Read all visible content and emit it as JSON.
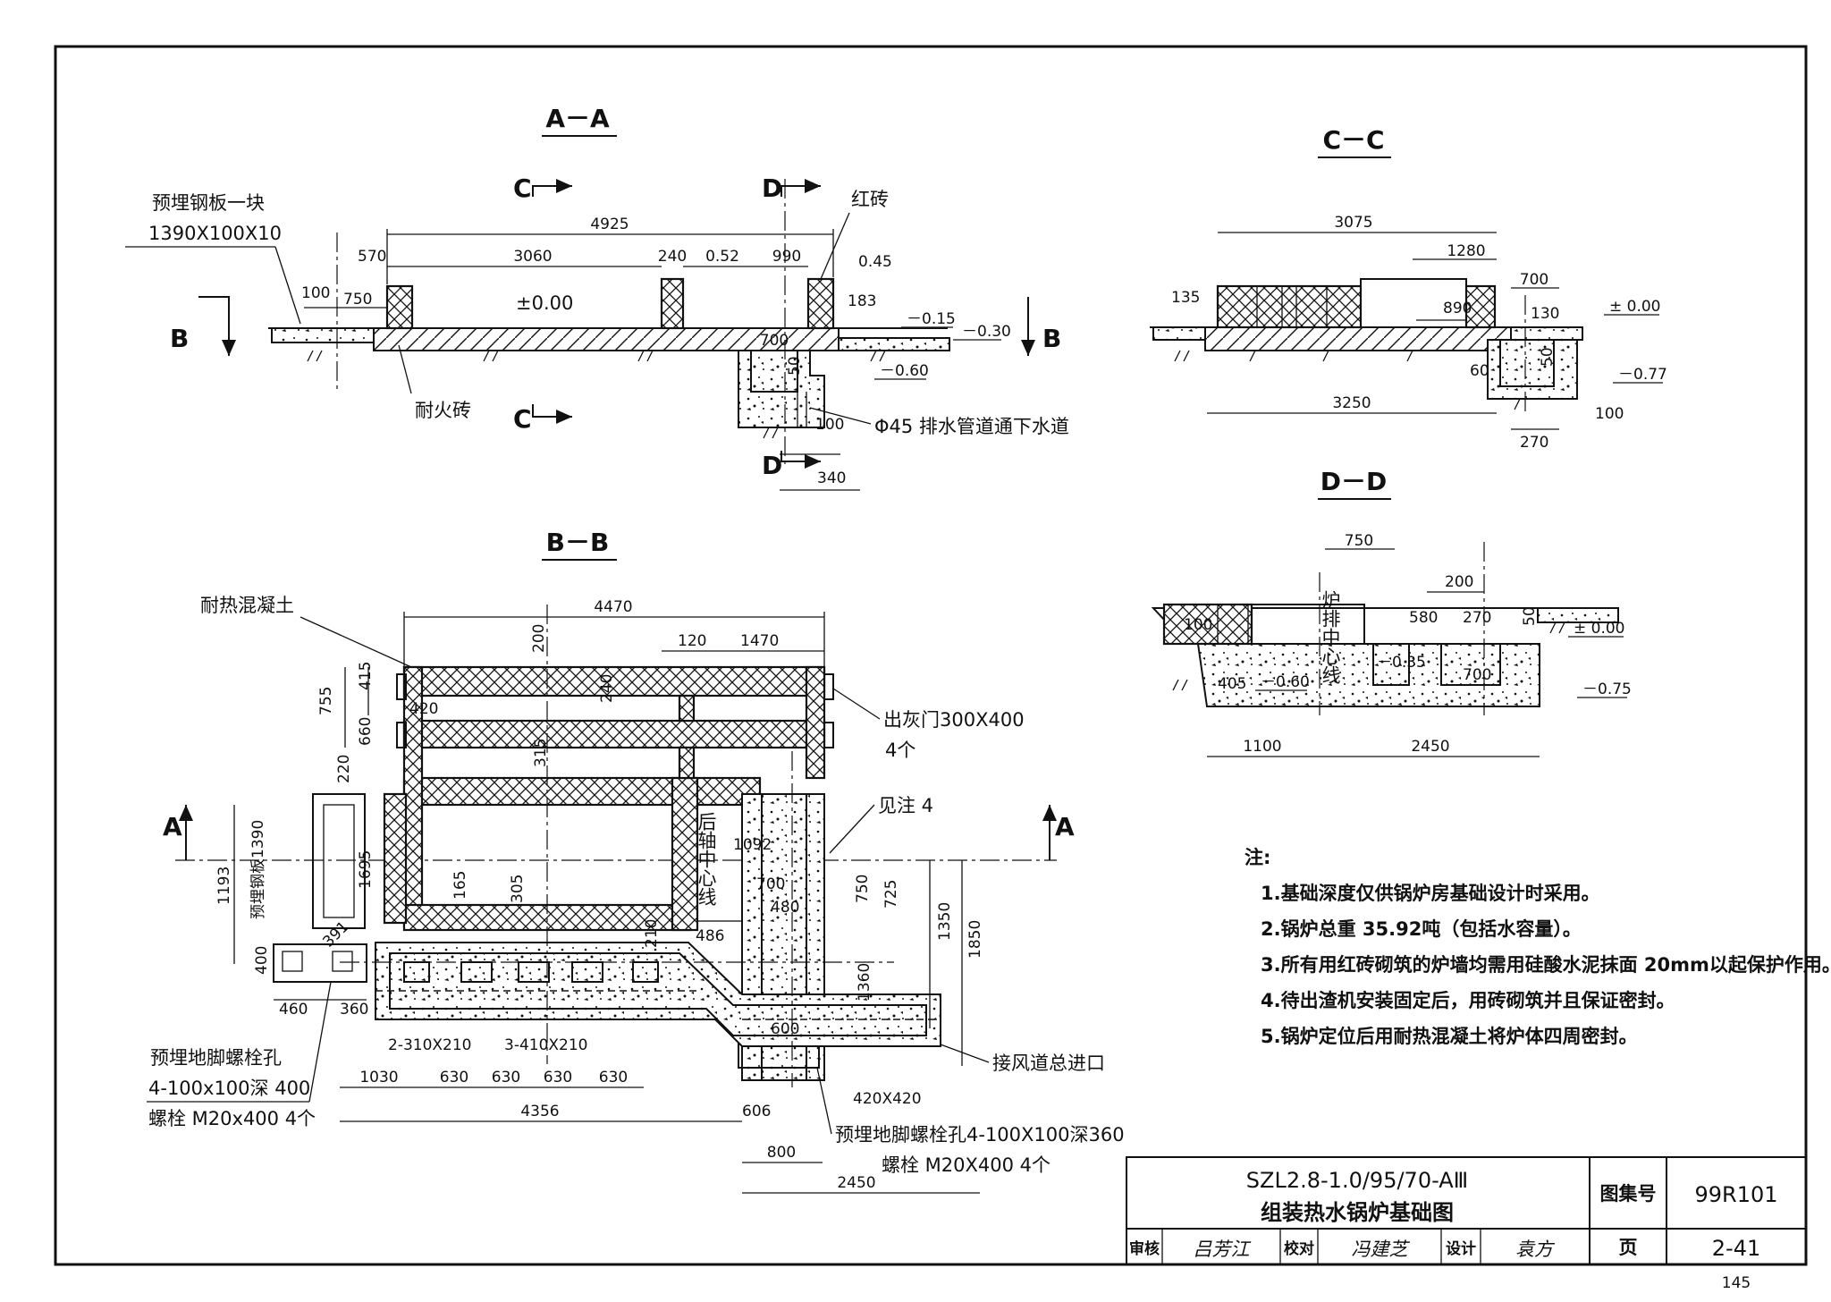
{
  "drawing": {
    "title_line1": "SZL2.8-1.0/95/70-AⅢ",
    "title_line2": "组装热水锅炉基础图",
    "atlas_label": "图集号",
    "atlas_no": "99R101",
    "page_label": "页",
    "page_no": "2-41",
    "review_label": "审核",
    "check_label": "校对",
    "design_label": "设计",
    "review_sign": "吕芳江",
    "check_sign": "冯建芝",
    "design_sign": "袁方",
    "sheet_number": "145"
  },
  "sections": {
    "aa": "A－A",
    "bb": "B－B",
    "cc": "C－C",
    "dd": "D－D"
  },
  "section_marks": {
    "c": "C",
    "d": "D",
    "b": "B",
    "a": "A"
  },
  "aa_labels": {
    "steel_plate": "预埋钢板一块",
    "steel_plate_size": "1390X100X10",
    "red_brick": "红砖",
    "fire_brick": "耐火砖",
    "drain": "Φ45 排水管道通下水道",
    "pm000": "±0.00"
  },
  "aa_dims": {
    "d4925": "4925",
    "d570": "570",
    "d3060": "3060",
    "d240": "240",
    "d052": "0.52",
    "d990": "990",
    "d045": "0.45",
    "d100": "100",
    "d750": "750",
    "d183": "183",
    "m015": "－0.15",
    "m030": "－0.30",
    "d700": "700",
    "d50": "50",
    "m060": "－0.60",
    "d100b": "100",
    "d340": "340"
  },
  "cc_dims": {
    "d3075": "3075",
    "d1280": "1280",
    "d700": "700",
    "pm000": "± 0.00",
    "d135": "135",
    "d890": "890",
    "d130": "130",
    "d60": "60",
    "d50": "50",
    "m077": "－0.77",
    "d3250": "3250",
    "d100": "100",
    "d270": "270"
  },
  "dd_labels": {
    "grate_center": "炉排中心线"
  },
  "dd_dims": {
    "d750": "750",
    "d200": "200",
    "d50": "50",
    "pm000": "± 0.00",
    "d100": "100",
    "d580": "580",
    "d270": "270",
    "m035": "－0.35",
    "d700": "700",
    "d405": "405",
    "m060": "－0.60",
    "m075": "－0.75",
    "d1100": "1100",
    "d2450": "2450"
  },
  "bb_labels": {
    "heat_concrete": "耐热混凝土",
    "ash_door": "出灰门300X400",
    "ash_door_qty": "4个",
    "see_note4": "见注 4",
    "rear_axis": "后轴中心线",
    "embedded_plate": "预埋钢板1390",
    "bolt_hole": "预埋地脚螺栓孔",
    "bolt_hole_size": "4-100x100深 400",
    "bolt": "螺栓 M20x400  4个",
    "bolt_hole2": "预埋地脚螺栓孔4-100X100深360",
    "bolt2": "螺栓 M20X400  4个",
    "air_inlet": "接风道总进口",
    "openings1": "2-310X210",
    "openings2": "3-410X210",
    "size420": "420X420"
  },
  "bb_dims": {
    "d4470": "4470",
    "d200": "200",
    "d120": "120",
    "d1470": "1470",
    "d755": "755",
    "d415": "415",
    "d420": "420",
    "d240": "240",
    "d660": "660",
    "d220": "220",
    "d315": "315",
    "d1695": "1695",
    "d1193": "1193",
    "d1092": "1092",
    "d700": "700",
    "d480": "480",
    "d750": "750",
    "d725": "725",
    "d1350": "1350",
    "d1850": "1850",
    "d165": "165",
    "d305": "305",
    "d486": "486",
    "d210": "210",
    "d400": "400",
    "d391": "391",
    "d460": "460",
    "d360": "360",
    "d1360": "1360",
    "d600": "600",
    "d1030": "1030",
    "d630a": "630",
    "d630b": "630",
    "d630c": "630",
    "d630d": "630",
    "d4356": "4356",
    "d606": "606",
    "d800": "800",
    "d2450": "2450"
  },
  "notes": {
    "heading": "注:",
    "items": [
      "1.基础深度仅供锅炉房基础设计时采用。",
      "2.锅炉总重 35.92吨（包括水容量）。",
      "3.所有用红砖砌筑的炉墙均需用硅酸水泥抹面 20mm以起保护作用。",
      "4.待出渣机安装固定后，用砖砌筑并且保证密封。",
      "5.锅炉定位后用耐热混凝土将炉体四周密封。"
    ]
  }
}
